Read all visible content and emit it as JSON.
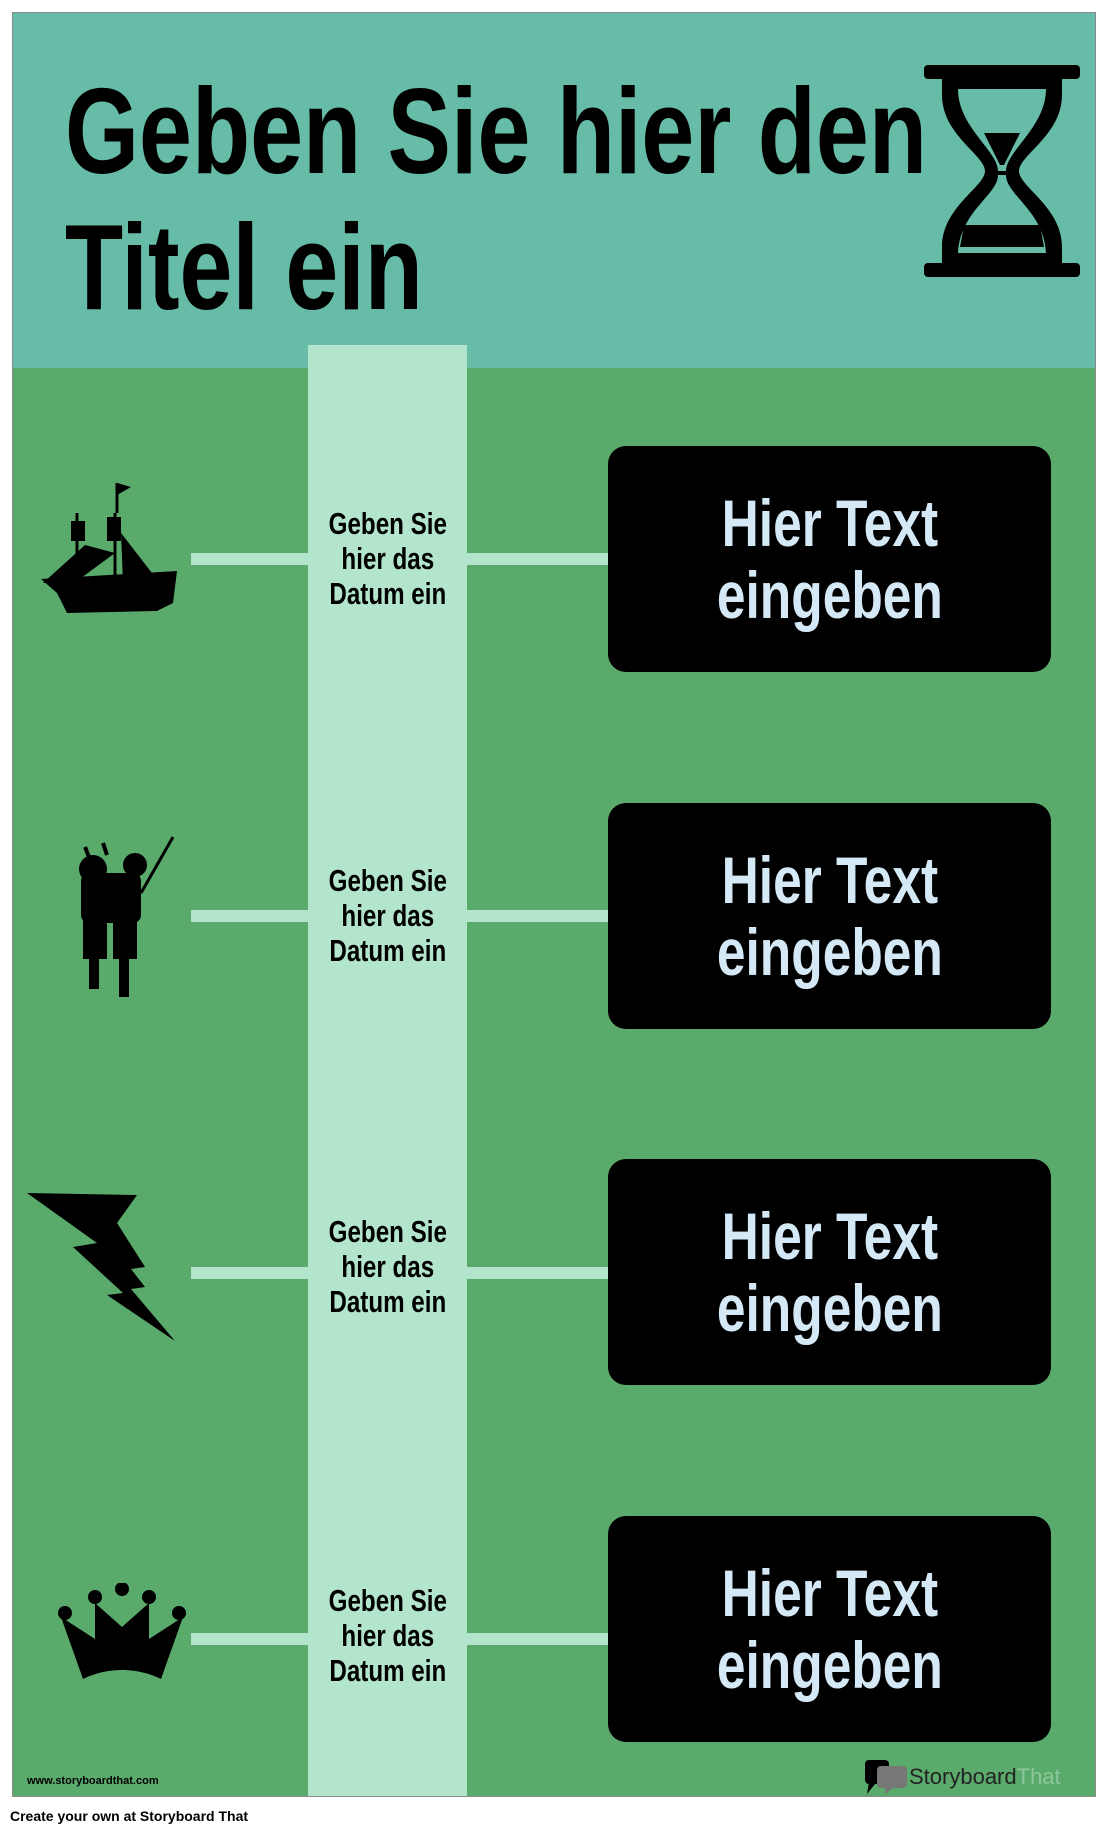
{
  "title": {
    "line1": "Geben Sie hier den",
    "line2": "Titel ein"
  },
  "events": [
    {
      "icon": "ship-icon",
      "date": [
        "Geben Sie",
        "hier das",
        "Datum ein"
      ],
      "text": [
        "Hier Text",
        "eingeben"
      ]
    },
    {
      "icon": "bagpiper-icon",
      "date": [
        "Geben Sie",
        "hier das",
        "Datum ein"
      ],
      "text": [
        "Hier Text",
        "eingeben"
      ]
    },
    {
      "icon": "lightning-icon",
      "date": [
        "Geben Sie",
        "hier das",
        "Datum ein"
      ],
      "text": [
        "Hier Text",
        "eingeben"
      ]
    },
    {
      "icon": "crown-icon",
      "date": [
        "Geben Sie",
        "hier das",
        "Datum ein"
      ],
      "text": [
        "Hier Text",
        "eingeben"
      ]
    }
  ],
  "watermark": "www.storyboardthat.com",
  "logo": {
    "part1": "Storyboard",
    "part2": "That"
  },
  "footer": "Create your own at Storyboard That",
  "colors": {
    "header": "#66bca6",
    "background": "#5aaa6b",
    "timeline": "#b3e5cc",
    "box": "#000000",
    "box_text": "#d4e8f6"
  }
}
